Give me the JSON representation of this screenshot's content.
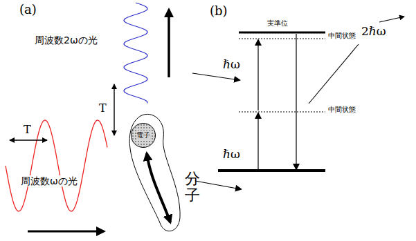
{
  "diagram": {
    "nodes": [
      {
        "text": [
          "分子"
        ]
      },
      {
        "text": [
          "電子"
        ],
        "in": 0
      }
    ],
    "labels": [
      "(a)",
      "(b)",
      "周波数2ωの光",
      "T",
      "T",
      "周波数ωの光",
      "実準位",
      "中間状態",
      "中間状態",
      "ℏω",
      "ℏω",
      "2ℏω"
    ]
  }
}
